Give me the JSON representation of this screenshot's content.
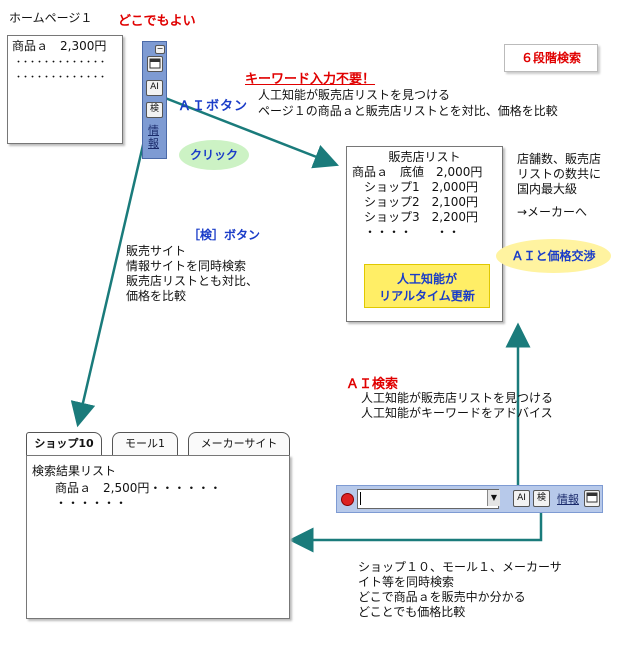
{
  "homepage": {
    "title": "ホームページ１",
    "title_note": "どこでもよい",
    "product": "商品ａ　2,300円",
    "dots1": "・・・・・・・・・・・・・",
    "dots2": "・・・・・・・・・・・・・"
  },
  "toolbar_vertical": {
    "minimize": "−",
    "ai_label": "AI",
    "search_label": "検",
    "info_label": "情報"
  },
  "six_stage": "６段階検索",
  "keyword_note": "キーワード入力不要！",
  "ai_button_label": "ＡＩボタン",
  "ai_button_desc1": "人工知能が販売店リストを見つける",
  "ai_button_desc2": "ページ１の商品ａと販売店リストとを対比、価格を比較",
  "click_label": "クリック",
  "store_list": {
    "title": "販売店リスト",
    "rows": [
      "商品ａ　底値　2,000円",
      "　ショップ1　2,000円",
      "　ショップ2　2,100円",
      "　ショップ3　2,200円",
      "　・・・・　　・・"
    ],
    "ai_badge_line1": "人工知能が",
    "ai_badge_line2": "リアルタイム更新"
  },
  "store_side_note": [
    "店舗数、販売店",
    "リストの数共に",
    "国内最大級",
    "→メーカーへ"
  ],
  "ai_negotiation": "ＡＩと価格交渉",
  "search_button": {
    "title": "［検］ボタン",
    "lines": [
      "販売サイト",
      "情報サイトを同時検索",
      "販売店リストとも対比、",
      "価格を比較"
    ]
  },
  "ai_search": {
    "title": "ＡＩ検索",
    "lines": [
      "人工知能が販売店リストを見つける",
      "人工知能がキーワードをアドバイス"
    ]
  },
  "results_window": {
    "tabs": [
      "ショップ10",
      "モール1",
      "メーカーサイト"
    ],
    "title": "検索結果リスト",
    "row1": "商品ａ　2,500円・・・・・・",
    "row2": "・・・・・・"
  },
  "toolbar_horizontal": {
    "ai_label": "AI",
    "search_label": "検",
    "info_label": "情報"
  },
  "bottom_note": [
    "ショップ１０、モール１、メーカーサ",
    "イト等を同時検索",
    "どこで商品ａを販売中か分かる",
    "どことでも価格比較"
  ],
  "colors": {
    "arrow": "#1a7b7b",
    "accent_red": "#e00000",
    "accent_blue": "#1a3cc8",
    "toolbar_blue": "#7e9bd3"
  }
}
